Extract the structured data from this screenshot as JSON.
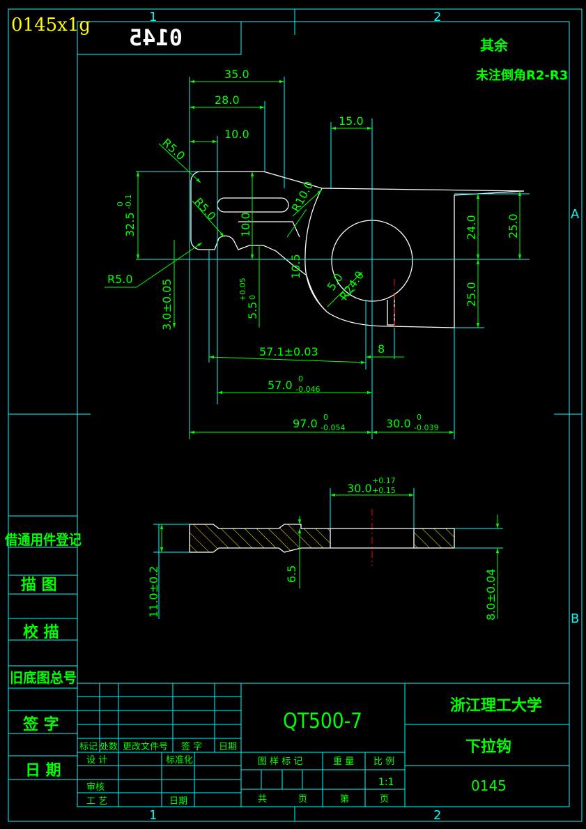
{
  "colors": {
    "background": "#000000",
    "frame": "#00ffff",
    "outline": "#ffffff",
    "dimension": "#00ff00",
    "annotation": "#00ff00",
    "centerline": "#ff0000",
    "hatch": "#ffff00",
    "corner_label": "#ffff00"
  },
  "corner_label": "0145x1g",
  "mirrored_code": "0145",
  "grid_markers": {
    "top_1": "1",
    "top_2": "2",
    "bottom_1": "1",
    "bottom_2": "2",
    "right_a": "A",
    "right_b": "B"
  },
  "notes": {
    "line1": "其余",
    "line2": "未注倒角R2-R3"
  },
  "dimensions": {
    "d35": "35.0",
    "d28": "28.0",
    "d10": "10.0",
    "d15": "15.0",
    "r5_top": "R5.0",
    "r5_mid": "R5.0",
    "r5_left": "R5.0",
    "r10": "R10.0",
    "r24": "R24.0",
    "d5_0": "5.0",
    "d10_5": "10.5",
    "d10_0": "10.0",
    "d32_5": "32.5",
    "d32_5_tol_up": "0",
    "d32_5_tol_low": "-0.1",
    "d3_0": "3.0±0.05",
    "d5_5": "5.5",
    "d5_5_tol_up": "+0.05",
    "d5_5_tol_low": "0",
    "d24": "24.0",
    "d25_right": "25.0",
    "d25_lower": "25.0",
    "d57_1": "57.1±0.03",
    "d8": "8",
    "d57_0": "57.0",
    "d57_0_tol_up": "0",
    "d57_0_tol_low": "-0.046",
    "d97_0": "97.0",
    "d97_0_tol_up": "0",
    "d97_0_tol_low": "-0.054",
    "d30_0": "30.0",
    "d30_0_tol_up": "0",
    "d30_0_tol_low": "-0.039",
    "d30_sec": "30.0",
    "d30_sec_tol_up": "+0.17",
    "d30_sec_tol_low": "+0.15",
    "d11": "11.0±0.2",
    "d6_5": "6.5",
    "d8_04": "8.0±0.04"
  },
  "side_labels": [
    "借通用件登记",
    "描 图",
    "校 描",
    "旧底图总号",
    "签 字",
    "日 期"
  ],
  "title_block": {
    "material": "QT500-7",
    "school": "浙江理工大学",
    "part_name": "下拉钩",
    "drawing_no": "0145",
    "headers": {
      "mark": "标记",
      "count": "处数",
      "change_doc": "更改文件号",
      "signature": "签 字",
      "date": "日期",
      "design": "设 计",
      "standardize": "标准化",
      "review": "审核",
      "process": "工 艺",
      "date2": "日期",
      "stage_mark": "图 样 标 记",
      "weight": "重 量",
      "scale": "比 例",
      "scale_value": "1:1",
      "total": "共",
      "page": "页",
      "sheet": "第",
      "page2": "页"
    }
  }
}
